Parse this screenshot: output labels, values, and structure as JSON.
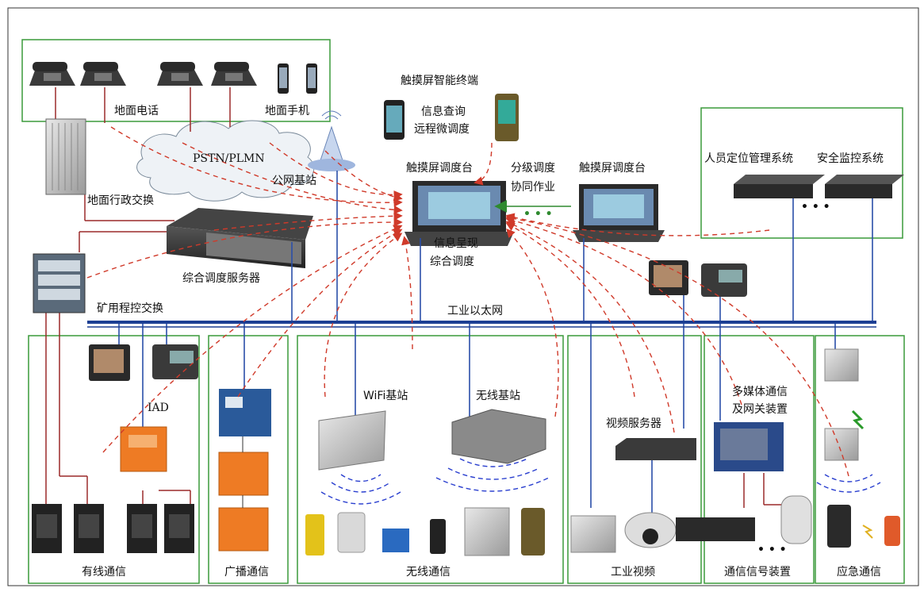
{
  "title_block": {
    "terminal_title": "触摸屏智能终端",
    "terminal_line1": "信息查询",
    "terminal_line2": "远程微调度"
  },
  "top_left": {
    "ground_phone": "地面电话",
    "ground_mobile": "地面手机",
    "pstn": "PSTN/PLMN",
    "public_base": "公网基站",
    "admin_exchange": "地面行政交换",
    "dispatch_server": "综合调度服务器",
    "mine_exchange": "矿用程控交换"
  },
  "center": {
    "console_left": "触摸屏调度台",
    "console_right": "触摸屏调度台",
    "tiered_1": "分级调度",
    "tiered_2": "协同作业",
    "info_1": "信息呈现",
    "info_2": "综合调度",
    "dots": "• • •"
  },
  "top_right": {
    "personnel": "人员定位管理系统",
    "safety": "安全监控系统",
    "dots": "• • •"
  },
  "backbone": {
    "label": "工业以太网"
  },
  "bottom": {
    "iad": "IAD",
    "wifi": "WiFi基站",
    "wireless_base": "无线基站",
    "video_server": "视频服务器",
    "multimedia_1": "多媒体通信",
    "multimedia_2": "及网关装置",
    "sections": [
      "有线通信",
      "广播通信",
      "无线通信",
      "工业视频",
      "通信信号装置",
      "应急通信"
    ],
    "dots": "• • •"
  },
  "colors": {
    "frame_green": "#3a9a3a",
    "backbone_blue": "#1c3f94",
    "link_blue": "#2a4fa8",
    "wire_red": "#9b2a2a",
    "dash_red": "#d03a2a",
    "dash_blue": "#2a3fcf",
    "device_orange": "#ee7b24",
    "arrow_green": "#2f8a2f"
  }
}
